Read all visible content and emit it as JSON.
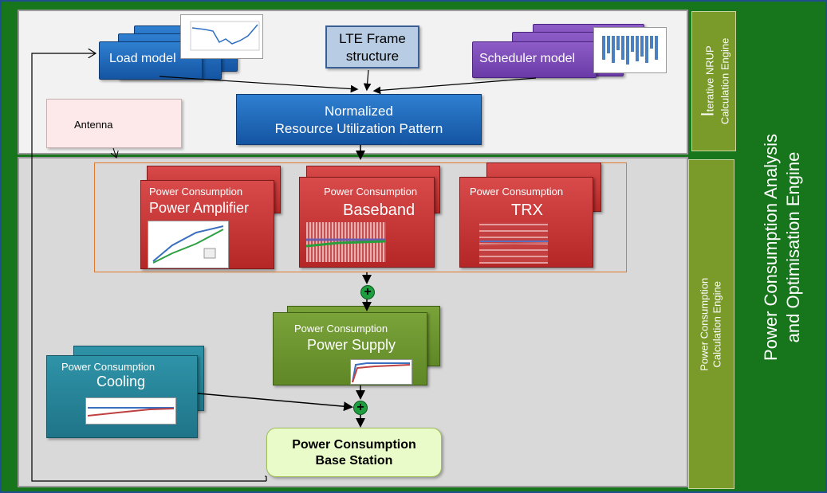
{
  "blocks": {
    "load_model": "Load model",
    "lte_frame_line1": "LTE Frame",
    "lte_frame_line2": "structure",
    "scheduler_model": "Scheduler model",
    "antenna": "Antenna",
    "nrup_line1": "Normalized",
    "nrup_line2": "Resource Utilization Pattern",
    "pc_header": "Power Consumption",
    "power_amplifier": "Power Amplifier",
    "baseband": "Baseband",
    "trx": "TRX",
    "power_supply": "Power Supply",
    "cooling": "Cooling",
    "bs_line1": "Power Consumption",
    "bs_line2": "Base Station"
  },
  "side_labels": {
    "iterative_big_i": "I",
    "iterative_rest": "terative NRUP",
    "iterative_line2": "Calculation Engine",
    "pc_engine_line1": "Power Consumption",
    "pc_engine_line2": "Calculation Engine",
    "main_line1": "Power Consumption Analysis",
    "main_line2": "and Optimisation Engine"
  },
  "symbols": {
    "plus": "+"
  },
  "colors": {
    "outer_green": "#17761b",
    "side_olive": "#7a9a2a",
    "blue_block": "#1a64b8",
    "red_block": "#c0302f",
    "olive_block": "#6a922c",
    "teal_block": "#2683a0",
    "bs_fill": "#e9fbc8",
    "plus_green": "#1e9e3e"
  }
}
